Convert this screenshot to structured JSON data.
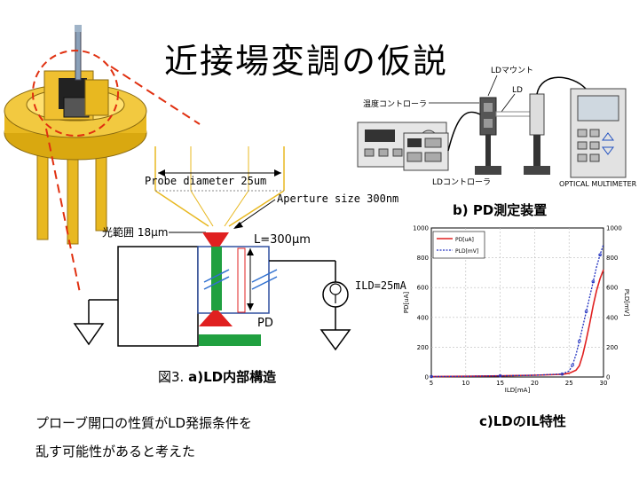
{
  "slide": {
    "title": "近接場変調の仮説",
    "caption_a_prefix": "図3. ",
    "caption_a": "a)LD内部構造",
    "caption_b": "b) PD測定装置",
    "caption_c": "c)LDのIL特性",
    "note_line1": "プローブ開口の性質がLD発振条件を",
    "note_line2": "乱す可能性があると考えた"
  },
  "structure": {
    "probe_label": "Probe diameter 25um",
    "aperture_label": "Aperture size 300nm",
    "spot_label": "光範囲 18μm",
    "length_label": "L=300μm",
    "current_label": "ILD=25mA",
    "pd_label": "PD"
  },
  "setup": {
    "ld_mount": "LDマウント",
    "ld": "LD",
    "temp_controller": "温度コントローラ",
    "ld_controller": "LDコントローラ",
    "multimeter": "OPTICAL MULTIMETER"
  },
  "colors": {
    "gold": "#e8b820",
    "laser_red": "#e02020",
    "pd_green": "#20a040",
    "dash_red": "#e03010",
    "series_pd": "#e02020",
    "series_pld": "#2030c0"
  },
  "chart_data": {
    "type": "line",
    "xlabel": "ILD[mA]",
    "ylabel": "PD[uA]",
    "ylabel_right": "PLD[mV]",
    "xlim": [
      5,
      30
    ],
    "ylim": [
      0,
      1000
    ],
    "ylim_right": [
      0,
      1000
    ],
    "x_ticks": [
      5,
      10,
      15,
      20,
      25,
      30
    ],
    "y_ticks": [
      0,
      200,
      400,
      600,
      800,
      1000
    ],
    "grid": true,
    "legend": "top-left",
    "series": [
      {
        "name": "PD[uA]",
        "axis": "left",
        "x": [
          5,
          10,
          15,
          20,
          24,
          25,
          26,
          26.5,
          27,
          27.5,
          28,
          28.5,
          29,
          29.5,
          30
        ],
        "y": [
          3,
          5,
          8,
          12,
          18,
          25,
          45,
          75,
          150,
          250,
          360,
          480,
          580,
          660,
          720
        ]
      },
      {
        "name": "PLD[mV]",
        "axis": "right",
        "x": [
          5,
          10,
          15,
          20,
          24,
          25,
          25.5,
          26,
          26.5,
          27,
          27.5,
          28,
          28.5,
          29,
          29.5,
          30
        ],
        "y": [
          3,
          5,
          8,
          12,
          20,
          40,
          80,
          150,
          240,
          340,
          440,
          540,
          640,
          740,
          820,
          890
        ]
      }
    ]
  }
}
